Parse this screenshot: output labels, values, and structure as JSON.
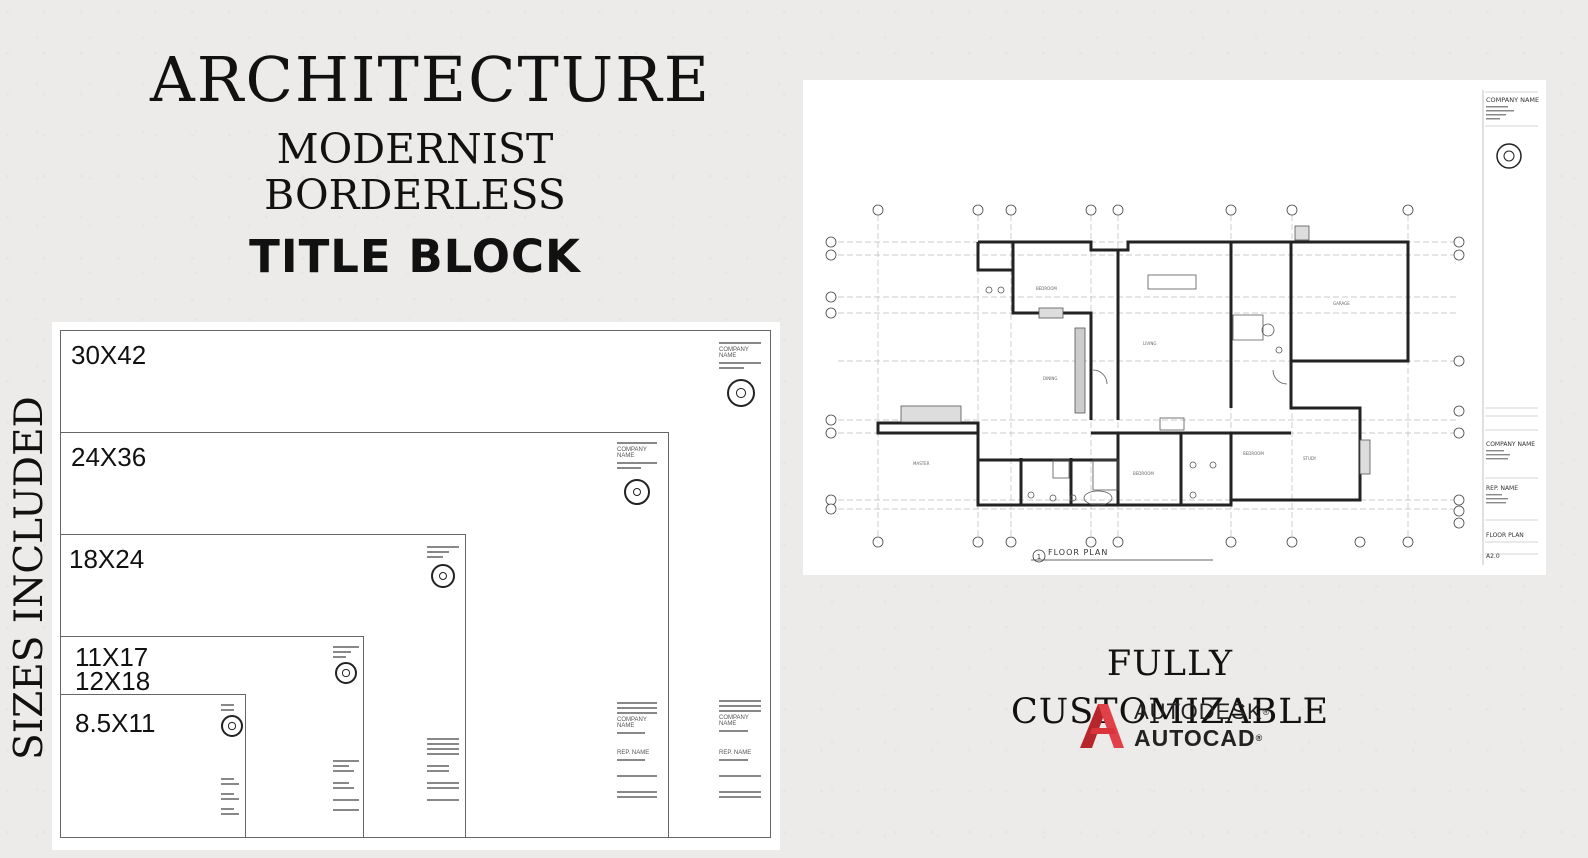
{
  "heading": {
    "line1": "ARCHITECTURE",
    "line2": "MODERNIST",
    "line3": "BORDERLESS",
    "line4": "TITLE BLOCK"
  },
  "sizes_label": "SIZES INCLUDED",
  "sheet_sizes": [
    "30X42",
    "24X36",
    "18X24",
    "11X17",
    "12X18",
    "8.5X11"
  ],
  "title_block": {
    "company": "COMPANY NAME",
    "rep": "REP. NAME",
    "sheet_title": "FLOOR PLAN",
    "sheet_number": "A2.0"
  },
  "plan": {
    "caption_number": "1",
    "caption": "FLOOR PLAN"
  },
  "tagline": "FULLY CUSTOMIZABLE",
  "software": {
    "brand": "AUTODESK",
    "product": "AUTOCAD",
    "logo_color": "#d9343b"
  }
}
